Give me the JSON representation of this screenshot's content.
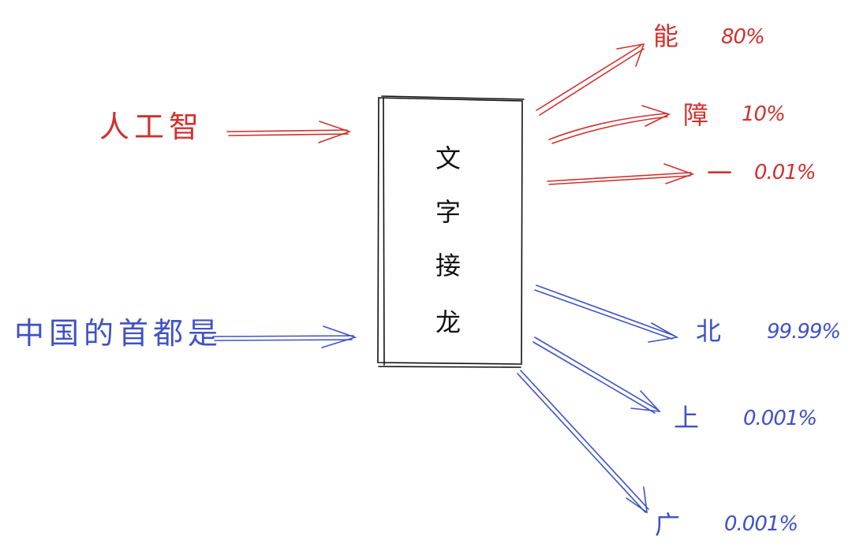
{
  "model_box": {
    "label_chars": [
      "文",
      "字",
      "接",
      "龙"
    ]
  },
  "inputs": [
    {
      "text": "人工智",
      "color": "#d0312d"
    },
    {
      "text": "中国的首都是",
      "color": "#3f51c7"
    }
  ],
  "outputs": [
    {
      "char": "能",
      "prob": "80%",
      "color": "#d0312d"
    },
    {
      "char": "障",
      "prob": "10%",
      "color": "#d0312d"
    },
    {
      "char": "一",
      "prob": "0.01%",
      "color": "#d0312d"
    },
    {
      "char": "北",
      "prob": "99.99%",
      "color": "#3f51c7"
    },
    {
      "char": "上",
      "prob": "0.001%",
      "color": "#3f51c7"
    },
    {
      "char": "广",
      "prob": "0.001%",
      "color": "#3f51c7"
    }
  ],
  "colors": {
    "red": "#d0312d",
    "blue": "#3f51c7",
    "box_stroke": "#111111"
  }
}
